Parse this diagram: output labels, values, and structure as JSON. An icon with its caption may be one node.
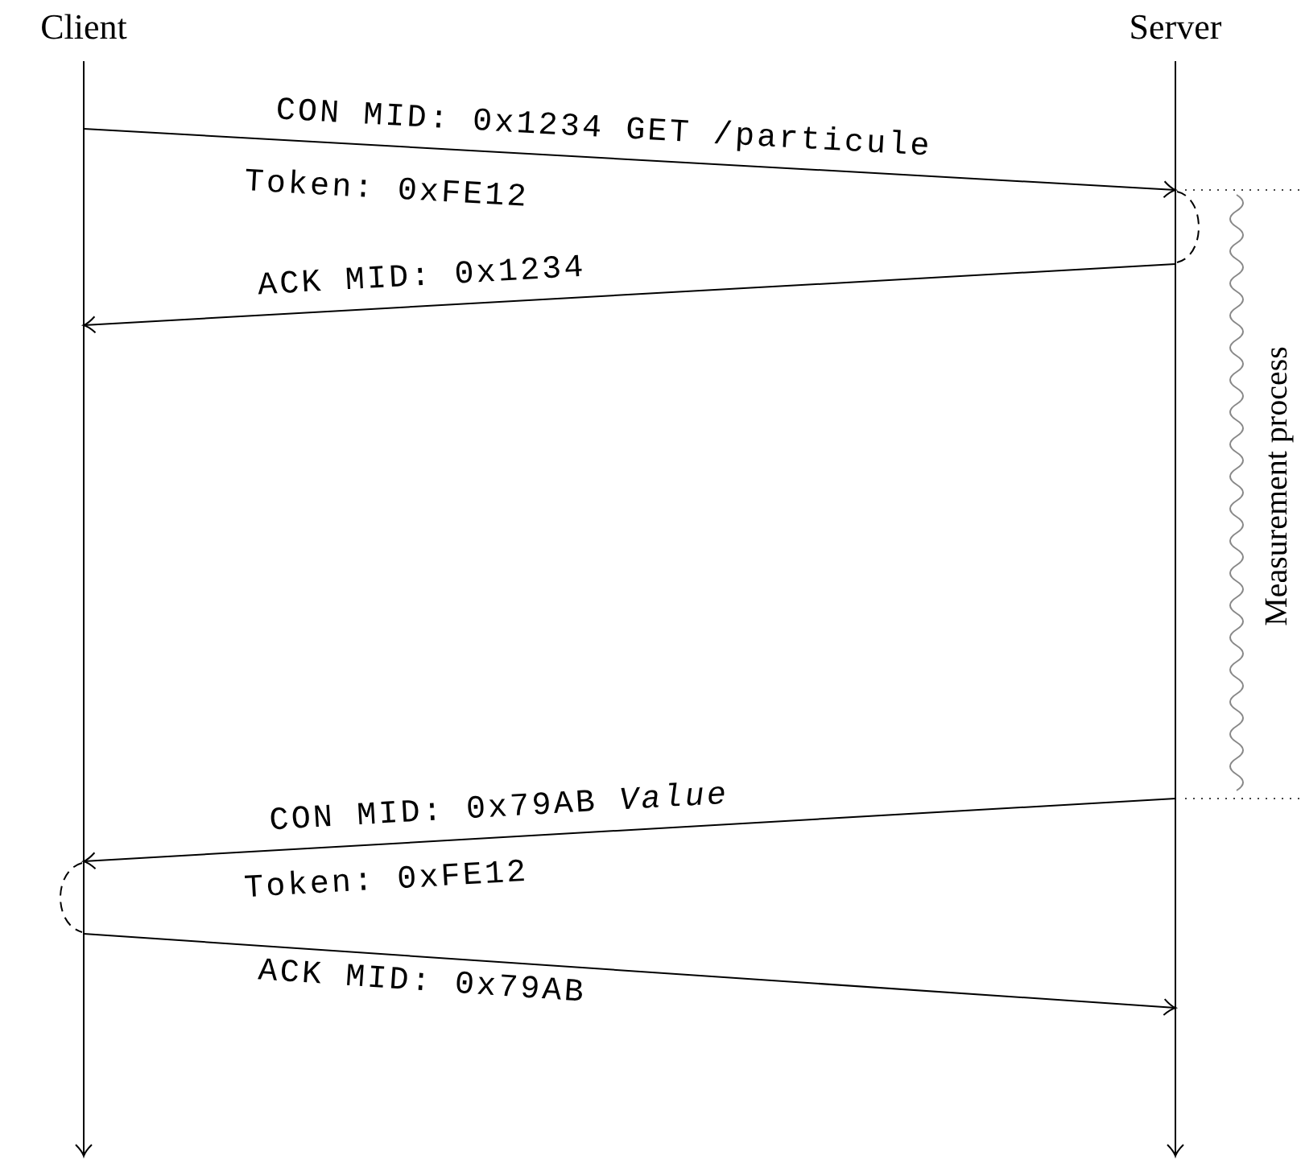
{
  "diagram": {
    "nodes": [
      {
        "text": [
          "Client"
        ]
      },
      {
        "text": [
          "Server"
        ]
      }
    ],
    "edges": [
      {
        "from": 0,
        "to": 1,
        "arrow": "to",
        "label": "CON MID: 0x1234 GET /particule"
      },
      {
        "from": 1,
        "to": 0,
        "arrow": "to",
        "label": "ACK MID: 0x1234"
      },
      {
        "from": 1,
        "to": 0,
        "arrow": "to",
        "label": "CON MID: 0x79AB *Value*"
      },
      {
        "from": 0,
        "to": 1,
        "arrow": "to",
        "label": "ACK MID: 0x79AB"
      }
    ],
    "labels": [
      "Token: 0xFE12",
      "Measurement process",
      "Token: 0xFE12"
    ]
  }
}
